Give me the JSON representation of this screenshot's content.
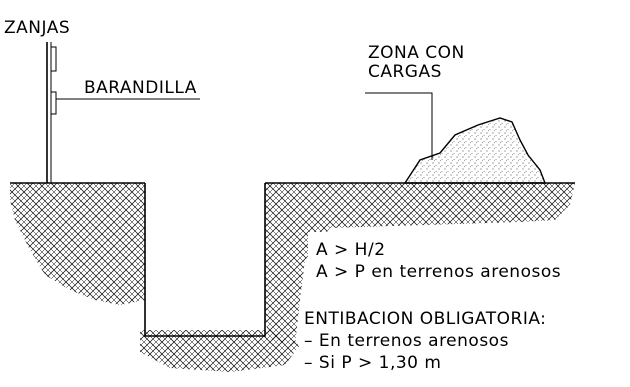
{
  "labels": {
    "title": "ZANJAS",
    "railing": "BARANDILLA",
    "load_zone_line1": "ZONA CON",
    "load_zone_line2": "CARGAS"
  },
  "rules": {
    "line1": "A > H/2",
    "line2": "A > P en terrenos arenosos",
    "heading": "ENTIBACION OBLIGATORIA:",
    "item1": "– En terrenos arenosos",
    "item2": "– Si P > 1,30 m"
  },
  "colors": {
    "ink": "#000000",
    "background": "#ffffff"
  }
}
